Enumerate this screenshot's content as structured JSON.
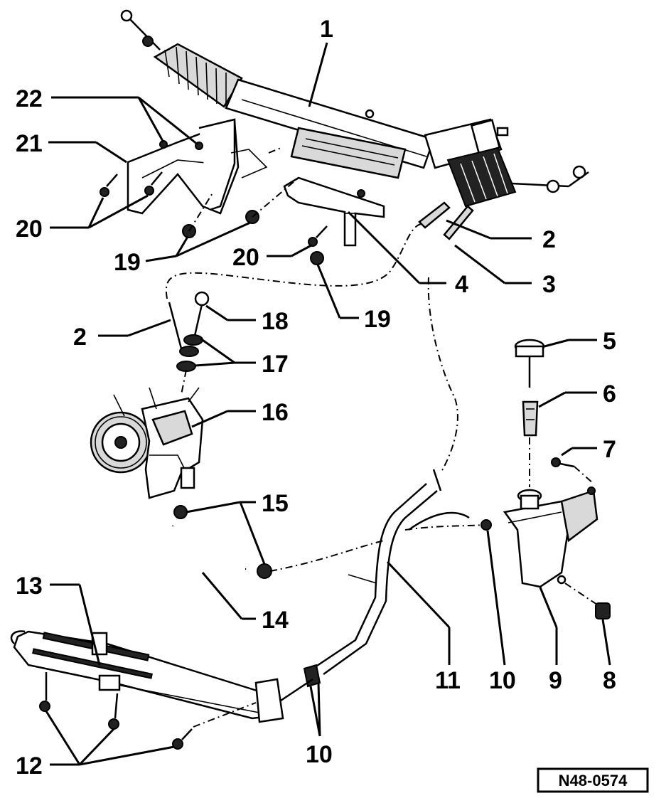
{
  "diagram": {
    "reference_code": "N48-0574",
    "callouts": [
      {
        "id": "c1",
        "label": "1"
      },
      {
        "id": "c2a",
        "label": "2"
      },
      {
        "id": "c2b",
        "label": "2"
      },
      {
        "id": "c3",
        "label": "3"
      },
      {
        "id": "c4",
        "label": "4"
      },
      {
        "id": "c5",
        "label": "5"
      },
      {
        "id": "c6",
        "label": "6"
      },
      {
        "id": "c7",
        "label": "7"
      },
      {
        "id": "c8",
        "label": "8"
      },
      {
        "id": "c9",
        "label": "9"
      },
      {
        "id": "c10a",
        "label": "10"
      },
      {
        "id": "c10b",
        "label": "10"
      },
      {
        "id": "c11",
        "label": "11"
      },
      {
        "id": "c12",
        "label": "12"
      },
      {
        "id": "c13",
        "label": "13"
      },
      {
        "id": "c14",
        "label": "14"
      },
      {
        "id": "c15",
        "label": "15"
      },
      {
        "id": "c16",
        "label": "16"
      },
      {
        "id": "c17",
        "label": "17"
      },
      {
        "id": "c18",
        "label": "18"
      },
      {
        "id": "c19a",
        "label": "19"
      },
      {
        "id": "c19b",
        "label": "19"
      },
      {
        "id": "c20a",
        "label": "20"
      },
      {
        "id": "c20b",
        "label": "20"
      },
      {
        "id": "c21",
        "label": "21"
      },
      {
        "id": "c22",
        "label": "22"
      }
    ]
  }
}
